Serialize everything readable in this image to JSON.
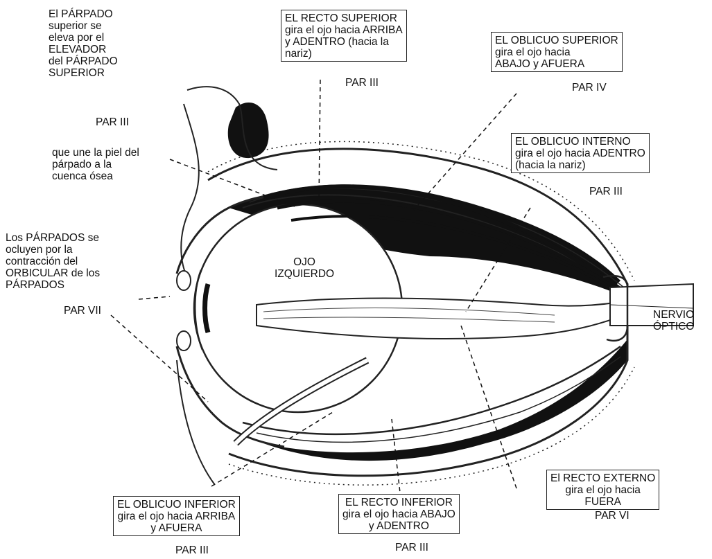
{
  "labels": {
    "elevador": [
      "El PÁRPADO",
      "superior se",
      "eleva por el",
      "ELEVADOR",
      "del PÁRPADO",
      "SUPERIOR"
    ],
    "elevador_par": "PAR III",
    "union": [
      "que une la piel del",
      "párpado a la",
      "cuenca ósea"
    ],
    "orbicular": [
      "Los PÁRPADOS se",
      "ocluyen por la",
      "contracción del",
      "ORBICULAR de los",
      "PÁRPADOS"
    ],
    "orbicular_par": "PAR VII",
    "recto_superior": [
      "EL RECTO SUPERIOR",
      "gira el ojo hacia ARRIBA",
      "y ADENTRO (hacia la",
      "nariz)"
    ],
    "recto_superior_par": "PAR III",
    "oblicuo_superior": [
      "EL OBLICUO SUPERIOR",
      "gira el ojo hacia",
      "ABAJO y AFUERA"
    ],
    "oblicuo_superior_par": "PAR IV",
    "oblicuo_interno": [
      "EL OBLICUO INTERNO",
      "gira el ojo hacia ADENTRO",
      "(hacia la nariz)"
    ],
    "oblicuo_interno_par": "PAR III",
    "ojo": [
      "OJO",
      "IZQUIERDO"
    ],
    "nervio": [
      "NERVIO",
      "ÓPTICO"
    ],
    "recto_externo": [
      "El RECTO EXTERNO",
      "gira el ojo hacia",
      "FUERA"
    ],
    "recto_externo_par": "PAR VI",
    "oblicuo_inferior": [
      "EL OBLICUO INFERIOR",
      "gira el ojo hacia ARRIBA",
      "y AFUERA"
    ],
    "oblicuo_inferior_par": "PAR III",
    "recto_inferior": [
      "EL RECTO INFERIOR",
      "gira el ojo hacia ABAJO",
      "y ADENTRO"
    ],
    "recto_inferior_par": "PAR III"
  }
}
